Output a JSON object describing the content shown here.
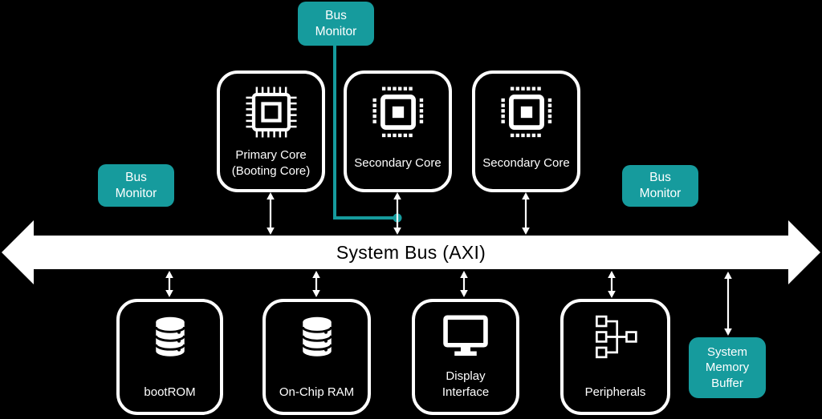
{
  "colors": {
    "background": "#000000",
    "accent_teal": "#169b9d",
    "node_stroke": "#ffffff",
    "bus_fill": "#ffffff",
    "bus_text": "#000000"
  },
  "bus": {
    "label": "System Bus (AXI)"
  },
  "bus_monitors": {
    "top": "Bus\nMonitor",
    "left": "Bus\nMonitor",
    "right": "Bus\nMonitor"
  },
  "cores": [
    {
      "label": "Primary Core\n(Booting Core)",
      "icon": "cpu-chip-pins-icon"
    },
    {
      "label": "Secondary Core",
      "icon": "cpu-chip-dots-icon"
    },
    {
      "label": "Secondary Core",
      "icon": "cpu-chip-dots-icon"
    }
  ],
  "peripheral_blocks": [
    {
      "label": "bootROM",
      "icon": "database-icon"
    },
    {
      "label": "On-Chip RAM",
      "icon": "database-icon"
    },
    {
      "label": "Display\nInterface",
      "icon": "monitor-icon"
    },
    {
      "label": "Peripherals",
      "icon": "hierarchy-icon"
    }
  ],
  "system_memory_buffer": {
    "label": "System\nMemory\nBuffer"
  }
}
